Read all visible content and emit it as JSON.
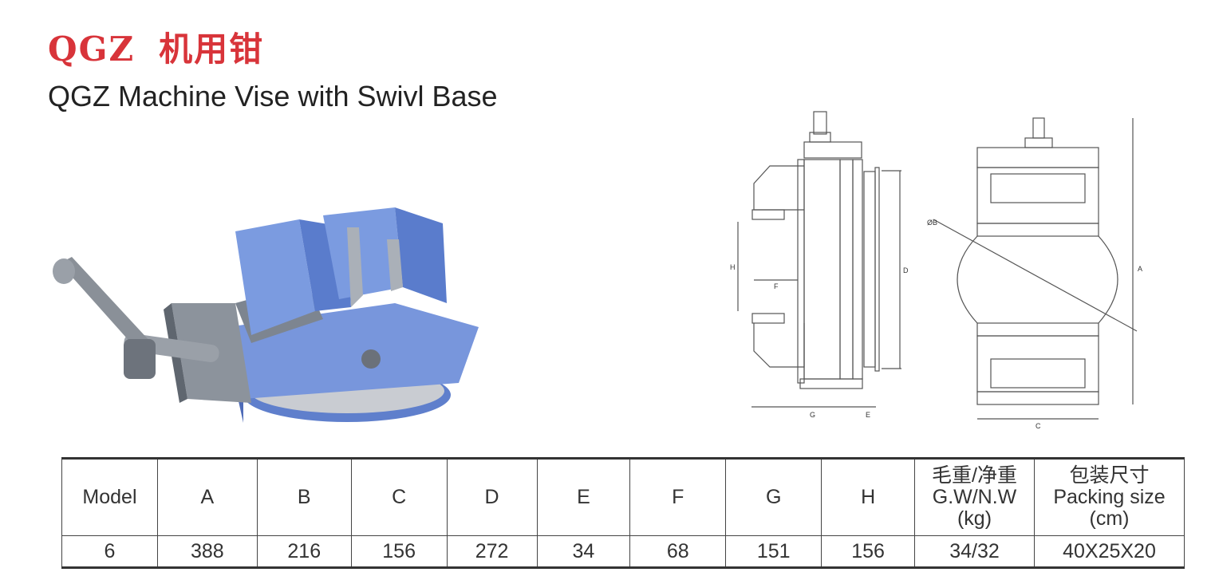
{
  "header": {
    "title_model": "QGZ",
    "title_cn": "机用钳",
    "subtitle": "QGZ Machine Vise with Swivl Base"
  },
  "drawing_labels": {
    "H": "H",
    "F": "F",
    "G": "G",
    "E": "E",
    "D": "D",
    "A": "A",
    "C": "C",
    "B": "ØB"
  },
  "table": {
    "headers": [
      "Model",
      "A",
      "B",
      "C",
      "D",
      "E",
      "F",
      "G",
      "H"
    ],
    "weight_header": {
      "cn": "毛重/净重",
      "en": "G.W/N.W",
      "unit": "(kg)"
    },
    "packing_header": {
      "cn": "包装尺寸",
      "en": "Packing size",
      "unit": "(cm)"
    },
    "row": [
      "6",
      "388",
      "216",
      "156",
      "272",
      "34",
      "68",
      "151",
      "156",
      "34/32",
      "40X25X20"
    ]
  },
  "colors": {
    "title": "#d8343a",
    "vise_blue": "#6f8fd6"
  }
}
